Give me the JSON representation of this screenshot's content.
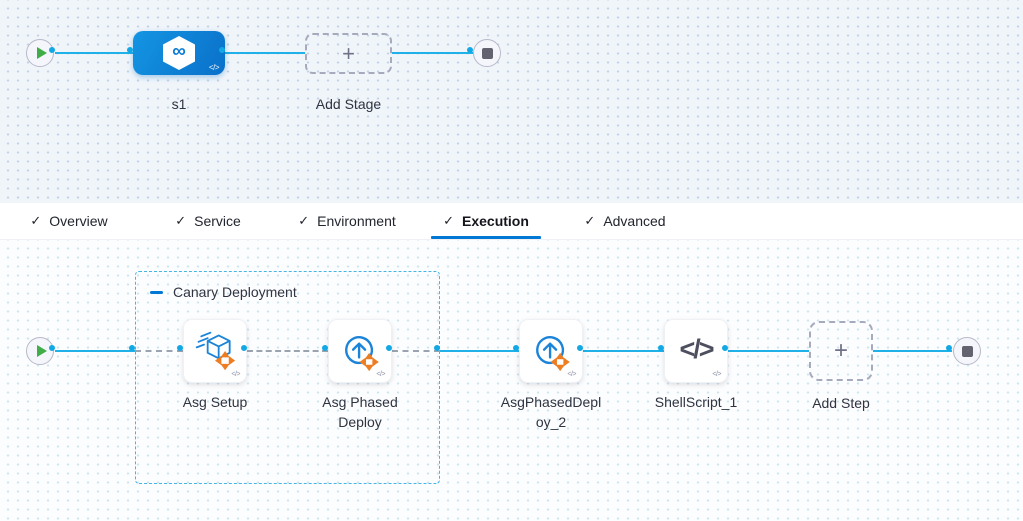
{
  "icons": {
    "check": "✓",
    "plus": "+",
    "code": "</>",
    "infinity": "∞"
  },
  "stage_pipeline": {
    "stage_label": "s1",
    "add_stage_label": "Add Stage"
  },
  "tabs": {
    "items": [
      {
        "label": "Overview",
        "checked": true
      },
      {
        "label": "Service",
        "checked": true
      },
      {
        "label": "Environment",
        "checked": true
      },
      {
        "label": "Execution",
        "checked": true
      },
      {
        "label": "Advanced",
        "checked": true
      }
    ],
    "active": "Execution"
  },
  "execution": {
    "group_label": "Canary Deployment",
    "steps": [
      {
        "name": "Asg Setup"
      },
      {
        "name": "Asg Phased Deploy"
      },
      {
        "name": "AsgPhasedDeploy_2"
      },
      {
        "name": "ShellScript_1"
      }
    ],
    "add_step_label": "Add Step"
  },
  "colors": {
    "accent_blue": "#0278d5",
    "connector_blue": "#11a8e5",
    "node_blue_start": "#1495e3",
    "node_blue_end": "#0a70c9",
    "group_border_blue": "#46b5e4",
    "dashed_gray": "#9aa3b0",
    "play_green": "#40ad49",
    "stop_gray": "#62636f",
    "step_icon_orange": "#ee7d22",
    "step_icon_blue": "#1b84d9"
  }
}
